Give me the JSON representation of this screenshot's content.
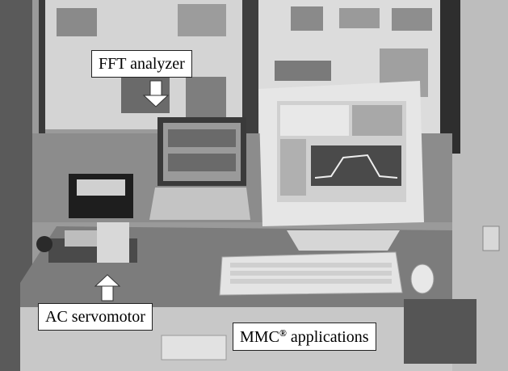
{
  "labels": {
    "fft": "FFT analyzer",
    "ac": "AC servomotor",
    "mmc_prefix": "MMC",
    "mmc_mark": "®",
    "mmc_suffix": " applications"
  },
  "colors": {
    "wall": "#8e8e8e",
    "poster": "#d9d9d9",
    "table": "#7a7a7a",
    "screen": "#cfcfcf",
    "arrow": "#ffffff"
  }
}
